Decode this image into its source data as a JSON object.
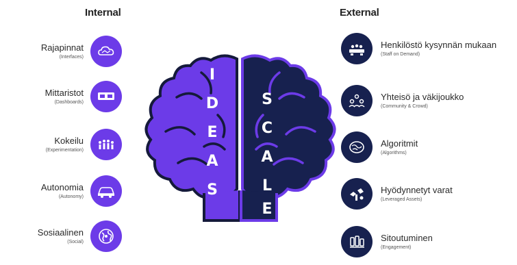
{
  "headings": {
    "internal": "Internal",
    "external": "External"
  },
  "brain": {
    "left_word": [
      "I",
      "D",
      "E",
      "A",
      "S"
    ],
    "right_word": [
      "S",
      "C",
      "A",
      "L",
      "E"
    ],
    "colors": {
      "left": "#6c3be8",
      "right": "#17214f",
      "outline": "#151a3b"
    }
  },
  "internal": [
    {
      "name": "Rajapinnat",
      "sub": "(Interfaces)",
      "icon": "cloud-network-icon"
    },
    {
      "name": "Mittaristot",
      "sub": "(Dashboards)",
      "icon": "dashboard-panel-icon"
    },
    {
      "name": "Kokeilu",
      "sub": "(Experimentation)",
      "icon": "experiment-crowd-icon"
    },
    {
      "name": "Autonomia",
      "sub": "(Autonomy)",
      "icon": "autonomy-car-icon"
    },
    {
      "name": "Sosiaalinen",
      "sub": "(Social)",
      "icon": "social-globe-icon"
    }
  ],
  "external": [
    {
      "name": "Henkilöstö kysynnän mukaan",
      "sub": "(Staff on Demand)",
      "icon": "staff-on-demand-icon"
    },
    {
      "name": "Yhteisö ja väkijoukko",
      "sub": "(Community & Crowd)",
      "icon": "community-icon"
    },
    {
      "name": "Algoritmit",
      "sub": "(Algorithms)",
      "icon": "algorithm-brain-icon"
    },
    {
      "name": "Hyödynnetyt varat",
      "sub": "(Leveraged Assets)",
      "icon": "leveraged-assets-icon"
    },
    {
      "name": "Sitoutuminen",
      "sub": "(Engagement)",
      "icon": "engagement-icon"
    }
  ]
}
